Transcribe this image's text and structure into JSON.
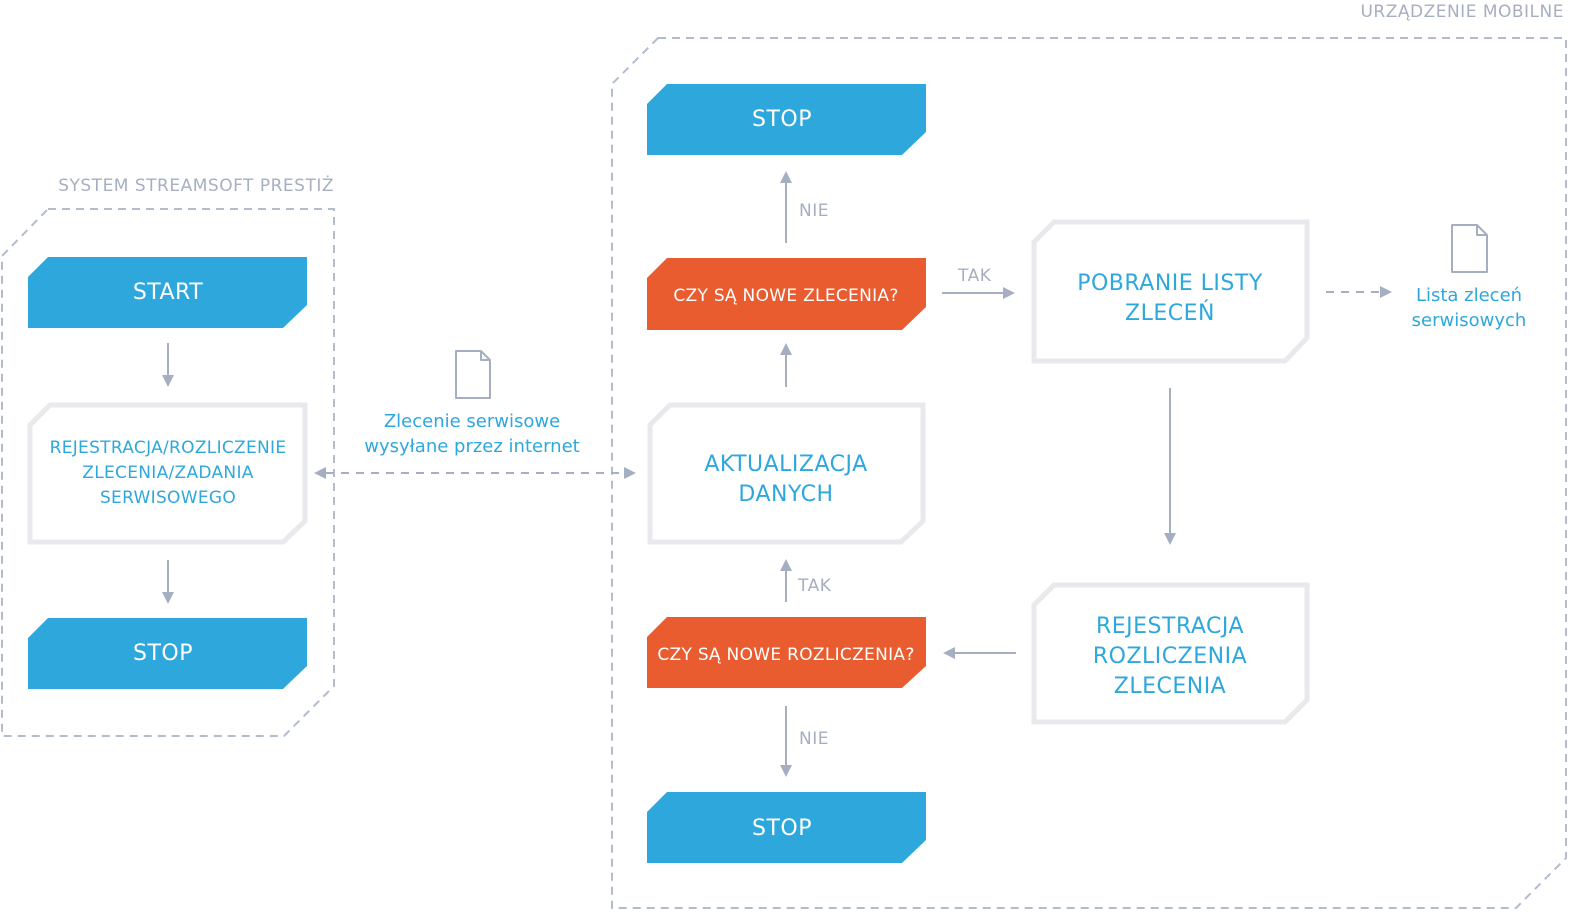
{
  "regions": {
    "left_label": "SYSTEM STREAMSOFT PRESTIŻ",
    "right_label": "URZĄDZENIE MOBILNE"
  },
  "left": {
    "start": "START",
    "register": [
      "REJESTRACJA/ROZLICZENIE",
      "ZLECENIA/ZADANIA",
      "SERWISOWEGO"
    ],
    "stop": "STOP"
  },
  "transfer": {
    "caption": [
      "Zlecenie serwisowe",
      "wysyłane przez internet"
    ]
  },
  "right": {
    "stop_top": "STOP",
    "no_top": "NIE",
    "question_orders": "CZY SĄ NOWE ZLECENIA?",
    "yes_right": "TAK",
    "download": [
      "POBRANIE LISTY",
      "ZLECEŃ"
    ],
    "output_doc": [
      "Lista zleceń",
      "serwisowych"
    ],
    "update": [
      "AKTUALIZACJA",
      "DANYCH"
    ],
    "yes_up": "TAK",
    "question_settlements": "CZY SĄ NOWE ROZLICZENIA?",
    "register": [
      "REJESTRACJA",
      "ROZLICZENIA",
      "ZLECENIA"
    ],
    "no_bottom": "NIE",
    "stop_bottom": "STOP"
  },
  "colors": {
    "blue": "#2ea8dc",
    "orange": "#e85c30",
    "gray": "#a6afc2",
    "box_border": "#e8e9ec"
  }
}
